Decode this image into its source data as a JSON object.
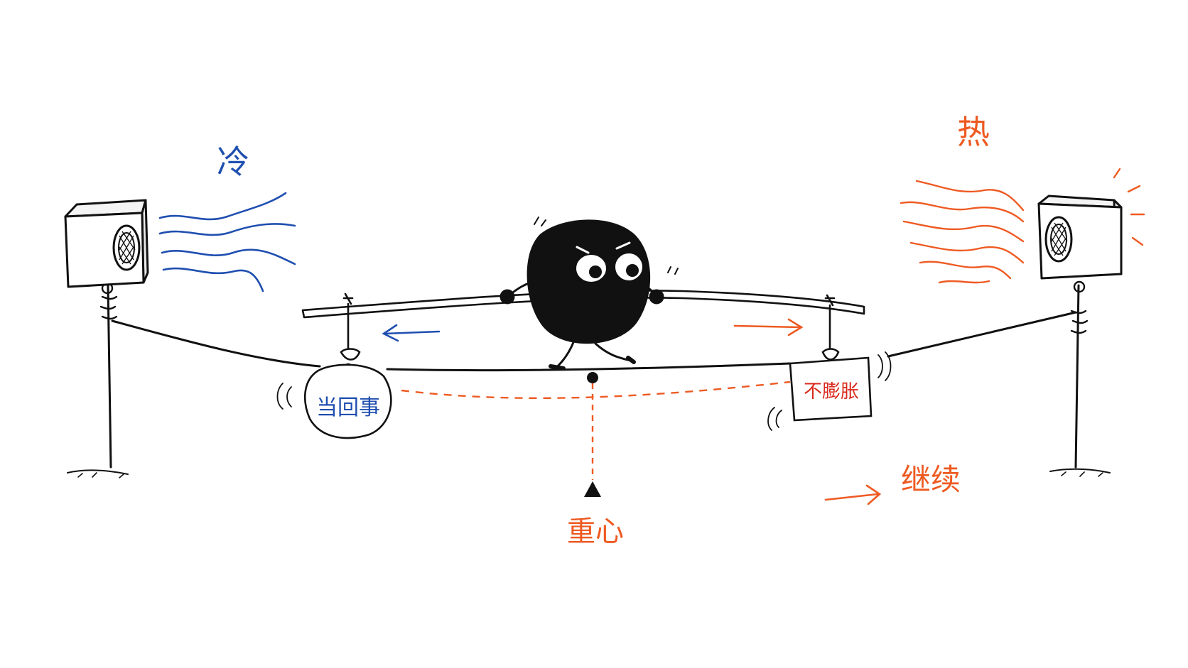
{
  "labels": {
    "cold": "冷",
    "hot": "热",
    "left_weight": "当回事",
    "right_weight": "不膨胀",
    "center_of_gravity": "重心",
    "continue": "继续"
  },
  "colors": {
    "cold": "#1f4fb0",
    "hot": "#ee5a22",
    "sign_text": "#d92a1c",
    "ink": "#111111"
  }
}
